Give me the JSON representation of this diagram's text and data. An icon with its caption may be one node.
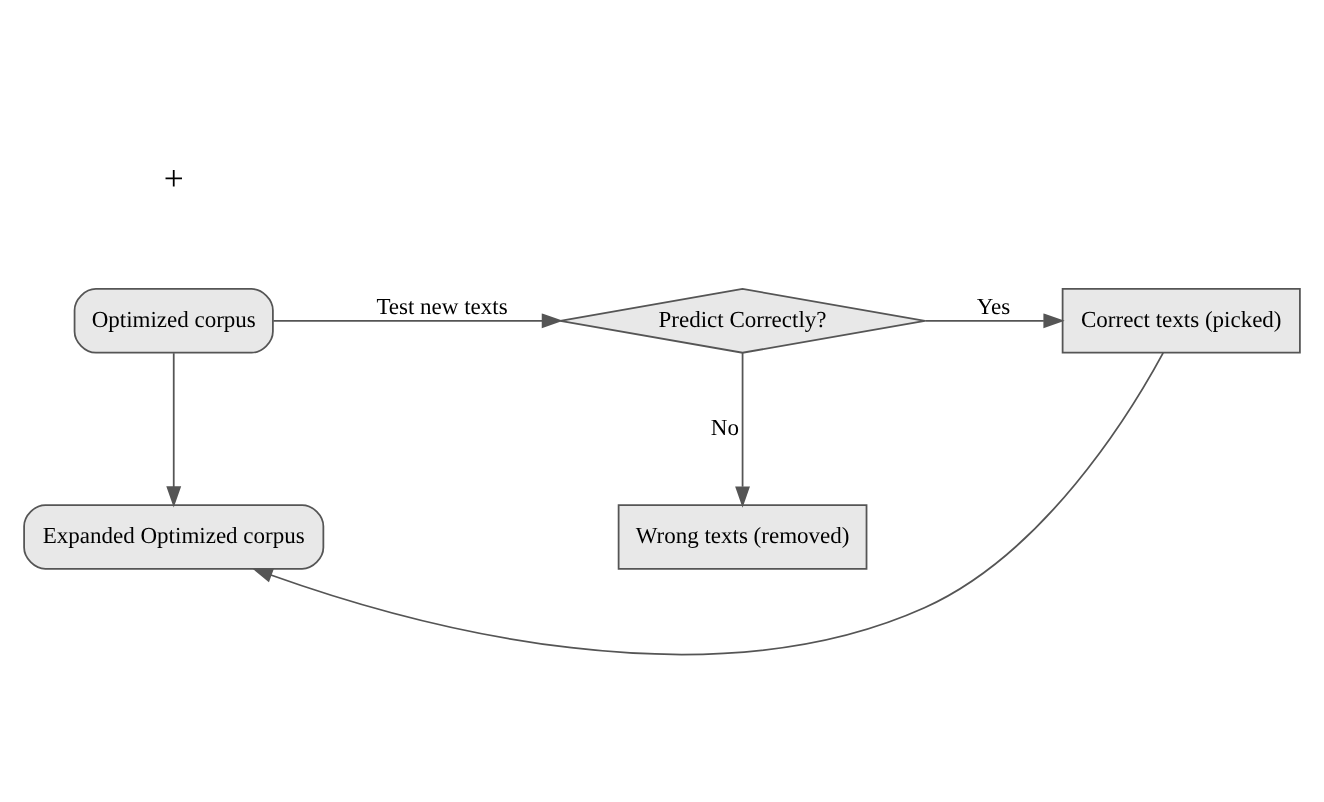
{
  "diagram": {
    "nodes": [
      {
        "text": [
          "Optimized corpus"
        ]
      },
      {
        "text": [
          "Predict Correctly?"
        ]
      },
      {
        "text": [
          "Wrong texts (removed)"
        ]
      },
      {
        "text": [
          "Correct texts (picked)"
        ]
      },
      {
        "text": [
          "Expanded Optimized corpus"
        ]
      }
    ],
    "edges": [
      {
        "from": 0,
        "to": 1,
        "arrow": "to",
        "label": "Test new texts"
      },
      {
        "from": 1,
        "to": 2,
        "arrow": "to",
        "label": "No"
      },
      {
        "from": 1,
        "to": 3,
        "arrow": "to",
        "label": "Yes"
      },
      {
        "from": 0,
        "to": 4,
        "arrow": "to"
      },
      {
        "from": 3,
        "to": 4,
        "arrow": "to"
      }
    ],
    "labels": [
      "+"
    ]
  }
}
